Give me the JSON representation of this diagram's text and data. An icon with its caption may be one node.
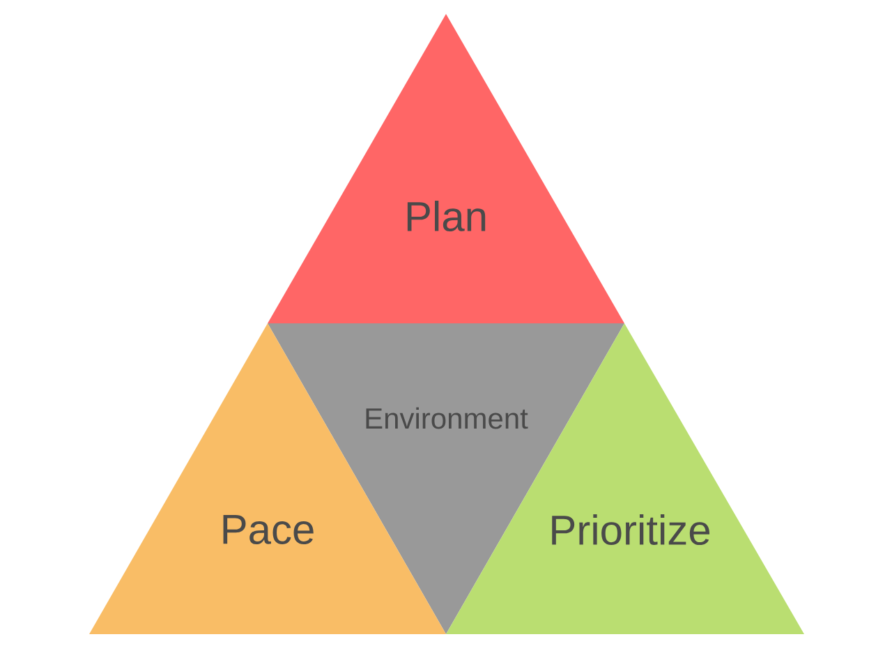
{
  "diagram": {
    "nodes": [
      {
        "text": [
          "Plan"
        ]
      },
      {
        "text": [
          "Environment"
        ]
      },
      {
        "text": [
          "Pace"
        ]
      },
      {
        "text": [
          "Prioritize"
        ]
      }
    ]
  }
}
